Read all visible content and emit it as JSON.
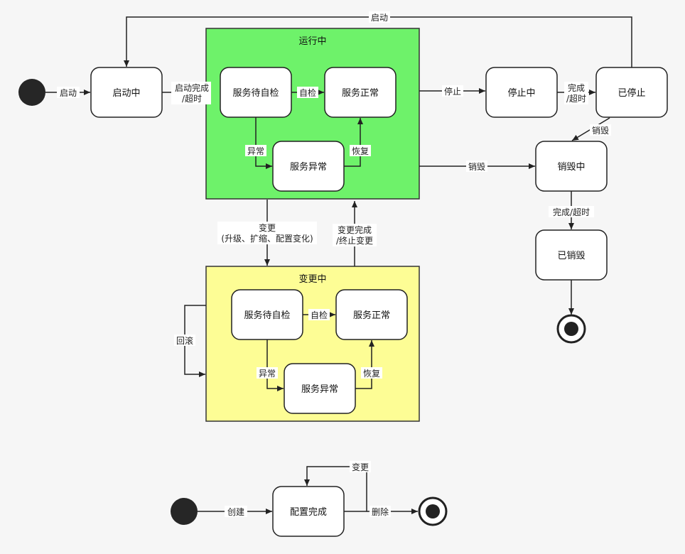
{
  "states": {
    "starting": "启动中",
    "running_group": "运行中",
    "run_wait": "服务待自检",
    "run_normal": "服务正常",
    "run_abnormal": "服务异常",
    "stopping": "停止中",
    "stopped": "已停止",
    "destroying": "销毁中",
    "destroyed": "已销毁",
    "changing_group": "变更中",
    "chg_wait": "服务待自检",
    "chg_normal": "服务正常",
    "chg_abnormal": "服务异常",
    "configured": "配置完成"
  },
  "transitions": {
    "restart": "启动",
    "start": "启动",
    "start_done_1": "启动完成",
    "start_done_2": "/超时",
    "self_check": "自检",
    "abnormal": "异常",
    "recover": "恢复",
    "stop": "停止",
    "stop_done_1": "完成",
    "stop_done_2": "/超时",
    "destroy_from_stopped": "销毁",
    "destroy": "销毁",
    "destroy_done": "完成/超时",
    "change_1": "变更",
    "change_2": "(升级、扩缩、配置变化)",
    "change_done_1": "变更完成",
    "change_done_2": "/终止变更",
    "rollback": "回滚",
    "chg_self_check": "自检",
    "chg_abnormal": "异常",
    "chg_recover": "恢复",
    "create": "创建",
    "modify": "变更",
    "delete": "删除"
  },
  "colors": {
    "running": "#6ef26a",
    "changing": "#fdfd95",
    "node_fill": "#ffffff",
    "line": "#222222",
    "start_dot": "#262626"
  }
}
